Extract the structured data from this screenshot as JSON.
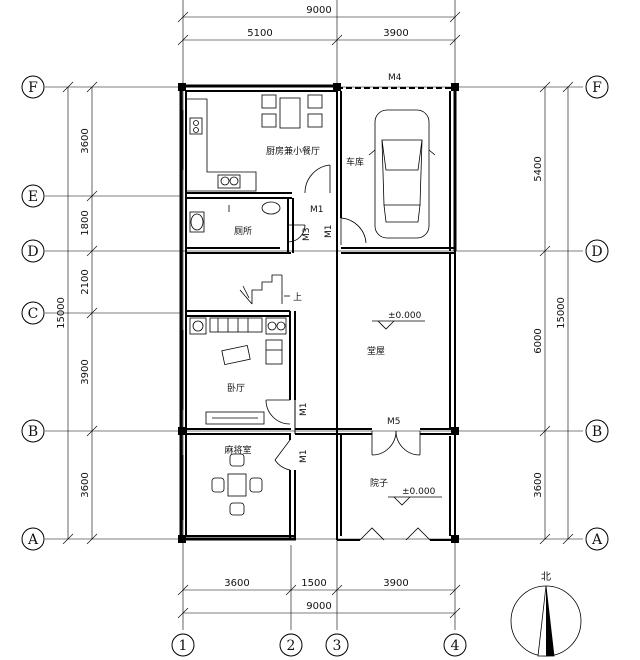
{
  "dimensions": {
    "top_total": "9000",
    "top_seg_1": "5100",
    "top_seg_2": "3900",
    "bottom_seg_1": "3600",
    "bottom_seg_2": "1500",
    "bottom_seg_3": "3900",
    "bottom_total": "9000",
    "left_seg_F_E": "3600",
    "left_seg_E_D": "1800",
    "left_seg_D_C": "2100",
    "left_seg_C_B": "3900",
    "left_seg_B_A": "3600",
    "left_total": "15000",
    "right_seg_F_D": "5400",
    "right_seg_D_B": "6000",
    "right_seg_B_A": "3600",
    "right_total": "15000"
  },
  "axes": {
    "rows": [
      "F",
      "E",
      "D",
      "C",
      "B",
      "A"
    ],
    "columns": [
      "1",
      "2",
      "3",
      "4"
    ]
  },
  "rooms": {
    "kitchen_dining": "厨房兼小餐厅",
    "garage": "车库",
    "toilet": "厕所",
    "hall": "堂屋",
    "bedroom": "卧厅",
    "mahjong": "麻将室",
    "yard": "院子"
  },
  "tags": {
    "M4": "M4",
    "M1_a": "M1",
    "M3": "M3",
    "M1_b": "M1",
    "M1_c": "M1",
    "M1_d": "M1",
    "M5": "M5",
    "stair_up": "上",
    "level_hall": "±0.000",
    "level_yard": "±0.000"
  },
  "compass": {
    "north": "北"
  }
}
